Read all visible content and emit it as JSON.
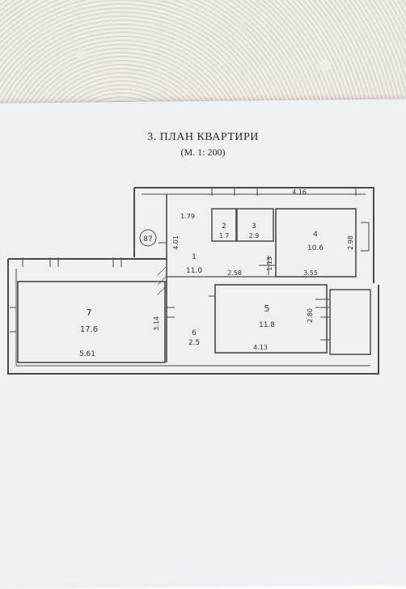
{
  "heading": {
    "title": "3. ПЛАН КВАРТИРИ",
    "scale": "(М. 1: 200)"
  },
  "plan": {
    "rooms": [
      {
        "number": "7",
        "area": "17.6"
      },
      {
        "number": "5",
        "area": "11.8"
      },
      {
        "number": "4",
        "area": "10.6"
      },
      {
        "number": "1",
        "area": "11.0"
      },
      {
        "number": "6",
        "area": "2.5"
      },
      {
        "number": "2",
        "area": "1.7"
      },
      {
        "number": "3",
        "area": "2.9"
      }
    ],
    "dimensions": [
      "4.16",
      "1.79",
      "4.01",
      "2.98",
      "2.58",
      "1.13",
      "3.55",
      "3.14",
      "5.61",
      "2.80",
      "4.13"
    ],
    "mark": "87"
  }
}
